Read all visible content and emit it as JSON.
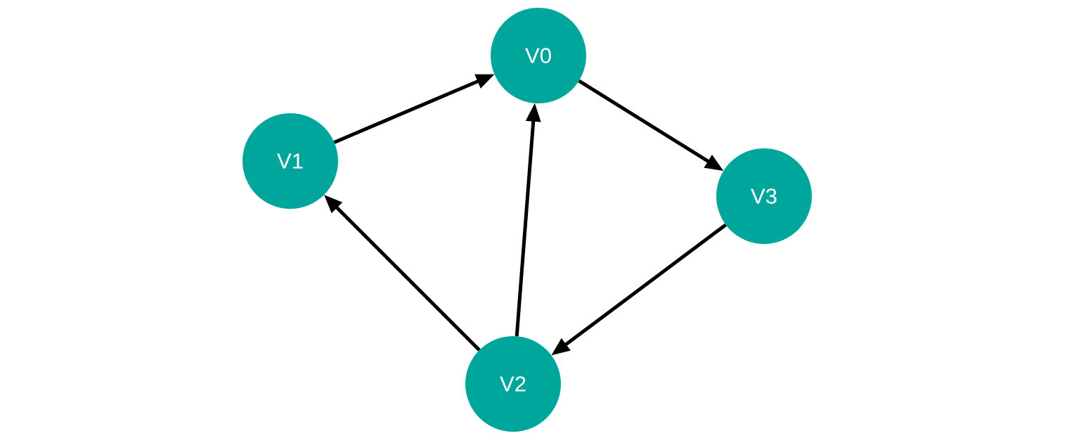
{
  "diagram": {
    "type": "directed-graph",
    "node_color": "#00A69C",
    "label_color": "#ffffff",
    "edge_color": "#000000",
    "nodes": [
      {
        "id": "V0",
        "label": "V0"
      },
      {
        "id": "V1",
        "label": "V1"
      },
      {
        "id": "V2",
        "label": "V2"
      },
      {
        "id": "V3",
        "label": "V3"
      }
    ],
    "edges": [
      {
        "from": "V1",
        "to": "V0"
      },
      {
        "from": "V0",
        "to": "V3"
      },
      {
        "from": "V3",
        "to": "V2"
      },
      {
        "from": "V2",
        "to": "V1"
      },
      {
        "from": "V2",
        "to": "V0"
      }
    ]
  }
}
